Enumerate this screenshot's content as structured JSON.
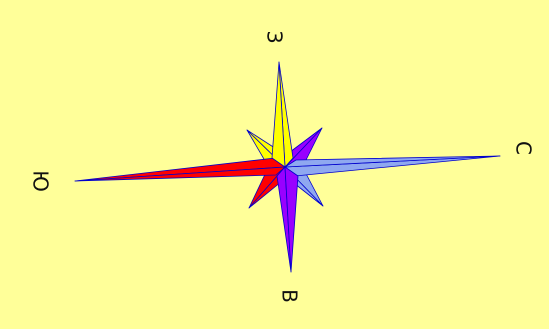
{
  "background_color": "#FFFF99",
  "compass": {
    "labels": {
      "north": "С",
      "south": "Ю",
      "west": "З",
      "east": "В"
    },
    "colors": {
      "north_ray": "#8FA8F0",
      "south_ray": "#FF0000",
      "west_ray": "#FFFF00",
      "east_ray": "#9900FF",
      "outline": "#0000CC",
      "diag_north_east": "#8FA8F0",
      "diag_south_east": "#FF0000",
      "diag_south_west": "#FFFF00",
      "diag_north_west": "#9900FF"
    }
  }
}
